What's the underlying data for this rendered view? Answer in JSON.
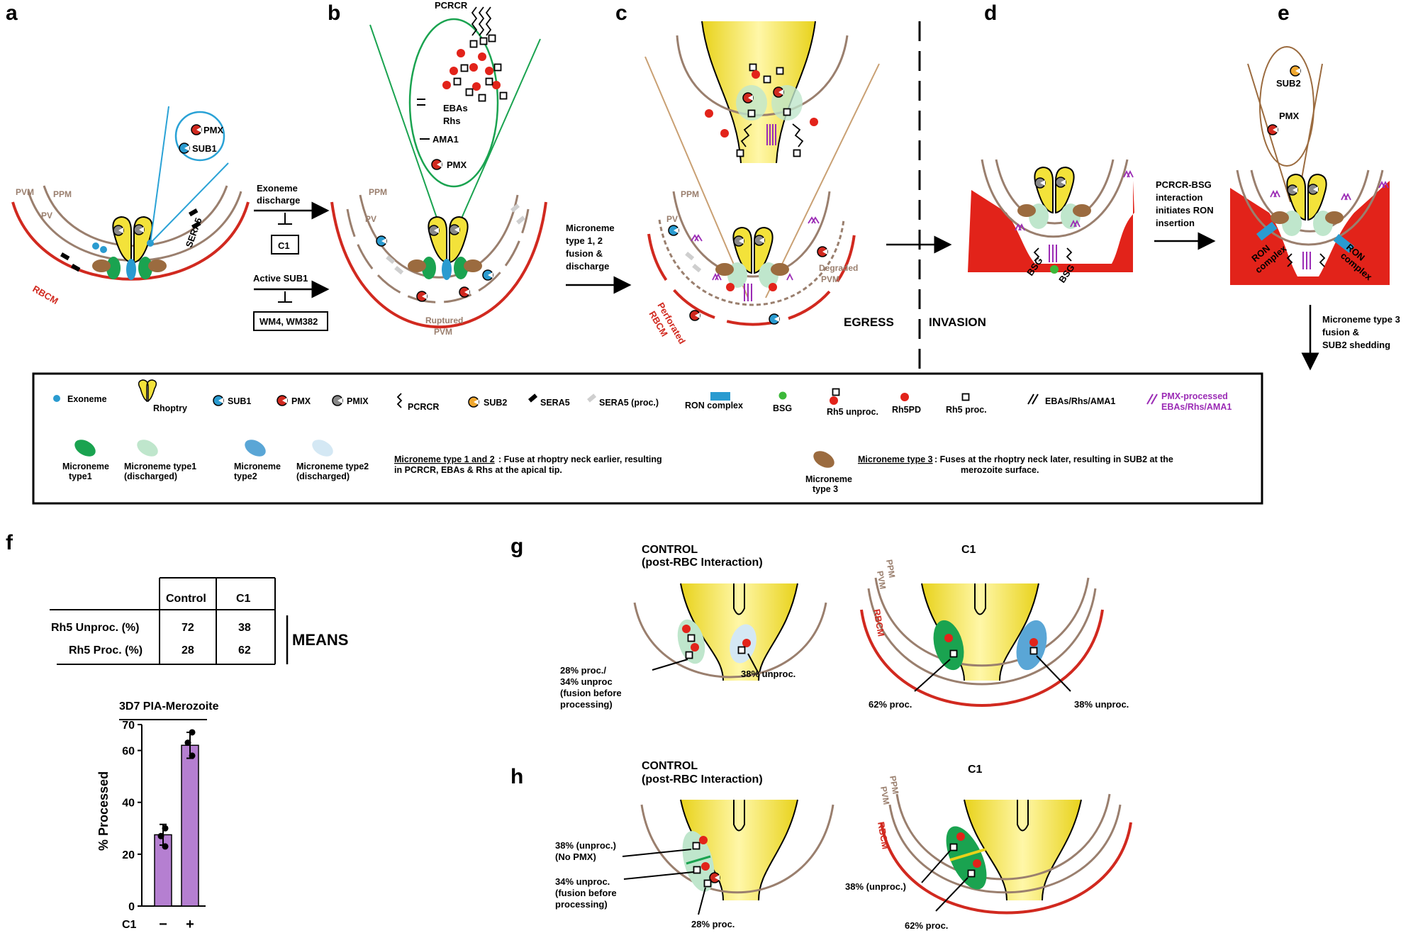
{
  "panels": {
    "a": "a",
    "b": "b",
    "c": "c",
    "d": "d",
    "e": "e",
    "f": "f",
    "g": "g",
    "h": "h"
  },
  "panel_a": {
    "pvm": "PVM",
    "ppm": "PPM",
    "pv": "PV",
    "rbcm": "RBCM",
    "sera5": "SERA5",
    "pmx": "PMX",
    "sub1": "SUB1"
  },
  "arrows_ab": {
    "exoneme": [
      "Exoneme",
      "discharge"
    ],
    "c1": "C1",
    "active_sub1": "Active SUB1",
    "inhibitors": "WM4, WM382"
  },
  "panel_b": {
    "pcrcr": "PCRCR",
    "ebas": "EBAs",
    "rhs": "Rhs",
    "ama1": "AMA1",
    "pmx": "PMX",
    "ppm": "PPM",
    "pv": "PV",
    "ruptured": [
      "Ruptured",
      "PVM"
    ]
  },
  "arrow_bc": [
    "Microneme",
    "type 1, 2",
    "fusion &",
    "discharge"
  ],
  "panel_c": {
    "ppm": "PPM",
    "pv": "PV",
    "perforated": [
      "Perforated",
      "RBCM"
    ],
    "degraded": [
      "Degraded",
      "PVM"
    ]
  },
  "egress": "EGRESS",
  "invasion": "INVASION",
  "panel_d": {
    "bsg1": "BSG",
    "bsg2": "BSG"
  },
  "arrow_de": [
    "PCRCR-BSG",
    "interaction",
    "initiates RON",
    "insertion"
  ],
  "panel_e": {
    "sub2": "SUB2",
    "pmx": "PMX",
    "ron1": [
      "RON",
      "complex"
    ],
    "ron2": [
      "RON",
      "complex"
    ]
  },
  "arrow_e_down": [
    "Microneme type 3",
    "fusion &",
    "SUB2 shedding"
  ],
  "legend": {
    "exoneme": "Exoneme",
    "rhoptry": "Rhoptry",
    "sub1": "SUB1",
    "pmx": "PMX",
    "pmix": "PMIX",
    "pcrcr": "PCRCR",
    "sub2": "SUB2",
    "sera5": "SERA5",
    "sera5p": "SERA5 (proc.)",
    "ron": "RON complex",
    "bsg": "BSG",
    "rh5u": "Rh5 unproc.",
    "rh5pd": "Rh5PD",
    "rh5p": "Rh5 proc.",
    "ebas": "EBAs/Rhs/AMA1",
    "pmxebas": [
      "PMX-processed",
      "EBAs/Rhs/AMA1"
    ],
    "mic1": [
      "Microneme",
      "type1"
    ],
    "mic1d": [
      "Microneme type1",
      "(discharged)"
    ],
    "mic2": [
      "Microneme",
      "type2"
    ],
    "mic2d": [
      "Microneme type2",
      "(discharged)"
    ],
    "mic12_head": "Microneme type 1 and 2",
    "mic12_text": [
      ": Fuse at rhoptry neck earlier, resulting",
      "in PCRCR, EBAs & Rhs at the apical tip."
    ],
    "mic3": [
      "Microneme",
      "type 3"
    ],
    "mic3_head": "Microneme type 3",
    "mic3_text": [
      " : Fuses at the rhoptry neck later, resulting in SUB2 at the",
      "merozoite surface."
    ]
  },
  "table": {
    "col1": "Control",
    "col2": "C1",
    "row1": "Rh5 Unproc. (%)",
    "row2": "Rh5 Proc. (%)",
    "v11": "72",
    "v12": "38",
    "v21": "28",
    "v22": "62",
    "means": "MEANS"
  },
  "chart_data": {
    "type": "bar",
    "title": "3D7 PIA-Merozoite",
    "ylabel": "% Processed",
    "xlabel": "C1",
    "categories": [
      "−",
      "+"
    ],
    "values": [
      27.5,
      62
    ],
    "errors": [
      4,
      5
    ],
    "points": [
      [
        30,
        27,
        23
      ],
      [
        67,
        63,
        58
      ]
    ],
    "ylim": [
      0,
      70
    ],
    "yticks": [
      0,
      20,
      40,
      60,
      70
    ],
    "color": "#b57fd1"
  },
  "panel_g": {
    "control": [
      "CONTROL",
      "(post-RBC Interaction)"
    ],
    "c1": "C1",
    "l1": [
      "28% proc./",
      "34% unproc",
      "(fusion before",
      "processing)"
    ],
    "l2": "38% unproc.",
    "ppm": "PPM",
    "pvm": "PVM",
    "rbcm": "RBCM",
    "l3": "62% proc.",
    "l4": "38% unproc."
  },
  "panel_h": {
    "control": [
      "CONTROL",
      "(post-RBC Interaction)"
    ],
    "c1": "C1",
    "l1": [
      "38% (unproc.)",
      "(No PMX)"
    ],
    "l2": [
      "34% unproc.",
      "(fusion before",
      "processing)"
    ],
    "l3": "28% proc.",
    "ppm": "PPM",
    "pvm": "PVM",
    "rbcm": "RBCM",
    "l4": "38% (unproc.)",
    "l5": "62% proc."
  }
}
